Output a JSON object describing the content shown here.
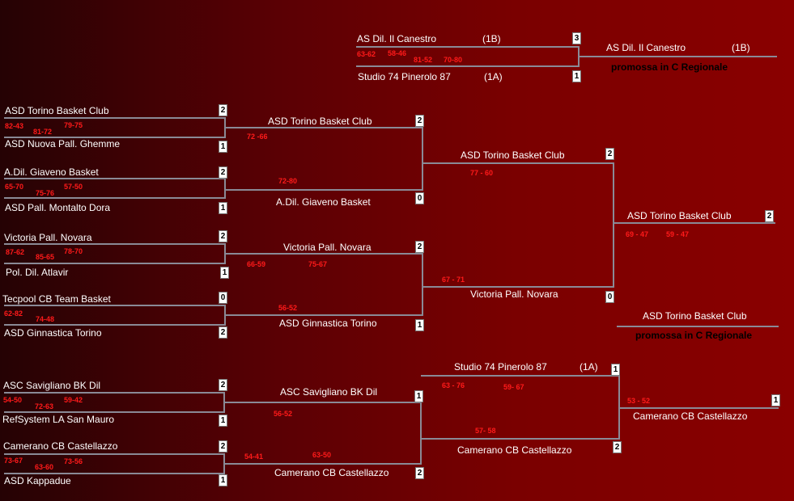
{
  "final_round": {
    "team_top": "AS Dil. Il Canestro",
    "team_top_group": "(1B)",
    "team_top_wins": "3",
    "team_bottom": "Studio 74 Pinerolo 87",
    "team_bottom_group": "(1A)",
    "team_bottom_wins": "1",
    "scores": [
      "63-62",
      "58-46",
      "81-52",
      "70-80"
    ],
    "winner": "AS Dil. Il Canestro",
    "winner_group": "(1B)",
    "promoted_note": "promossa in C Regionale"
  },
  "first_round": [
    {
      "top": "ASD Torino Basket Club",
      "top_wins": "2",
      "bottom": "ASD Nuova Pall. Ghemme",
      "bottom_wins": "1",
      "scores": [
        "82-43",
        "81-72",
        "79-75"
      ]
    },
    {
      "top": "A.Dil. Giaveno Basket",
      "top_wins": "2",
      "bottom": "ASD Pall. Montalto Dora",
      "bottom_wins": "1",
      "scores": [
        "65-70",
        "75-76",
        "57-50"
      ]
    },
    {
      "top": "Victoria Pall. Novara",
      "top_wins": "2",
      "bottom": "Pol. Dil. Atlavir",
      "bottom_wins": "1",
      "scores": [
        "87-62",
        "85-65",
        "78-70"
      ]
    },
    {
      "top": "Tecpool CB Team Basket",
      "top_wins": "0",
      "bottom": "ASD Ginnastica Torino",
      "bottom_wins": "2",
      "scores": [
        "62-82",
        "74-48"
      ]
    },
    {
      "top": "ASC Savigliano BK Dil",
      "top_wins": "2",
      "bottom": "RefSystem LA San Mauro",
      "bottom_wins": "1",
      "scores": [
        "54-50",
        "72-63",
        "59-42"
      ]
    },
    {
      "top": "Camerano CB Castellazzo",
      "top_wins": "2",
      "bottom": "ASD Kappadue",
      "bottom_wins": "1",
      "scores": [
        "73-67",
        "63-60",
        "73-56"
      ]
    }
  ],
  "second_round": [
    {
      "top": "ASD Torino Basket Club",
      "top_wins": "2",
      "bottom": "A.Dil. Giaveno Basket",
      "bottom_wins": "0",
      "scores": [
        "72 -66",
        "72-80"
      ]
    },
    {
      "top": "Victoria Pall. Novara",
      "top_wins": "2",
      "bottom": "ASD Ginnastica Torino",
      "bottom_wins": "1",
      "scores": [
        "66-59",
        "75-67",
        "56-52"
      ]
    },
    {
      "top": "ASC Savigliano BK Dil",
      "top_wins": "1",
      "bottom": "Camerano CB Castellazzo",
      "bottom_wins": "2",
      "scores": [
        "56-52",
        "54-41",
        "63-50"
      ]
    }
  ],
  "third_round": [
    {
      "top": "ASD Torino Basket Club",
      "top_wins": "2",
      "bottom": "Victoria Pall. Novara",
      "bottom_wins": "0",
      "scores": [
        "77 - 60",
        "67 - 71"
      ]
    },
    {
      "top": "Studio 74 Pinerolo 87",
      "top_group": "(1A)",
      "top_wins": "1",
      "bottom": "Camerano CB Castellazzo",
      "bottom_wins": "2",
      "scores": [
        "63 - 76",
        "59- 67",
        "57- 58"
      ]
    }
  ],
  "fourth_round": {
    "top": "ASD Torino Basket Club",
    "top_wins": "2",
    "scores": [
      "69 - 47",
      "59 - 47"
    ],
    "winner": "ASD Torino Basket Club",
    "winner_note": "promossa in C Regionale",
    "camerano_score": "53 - 52",
    "camerano_wins": "1",
    "camerano": "Camerano CB Castellazzo"
  },
  "colors": {
    "line": "#8a8a96",
    "score": "#ff1a1a",
    "text": "#ffffff"
  }
}
